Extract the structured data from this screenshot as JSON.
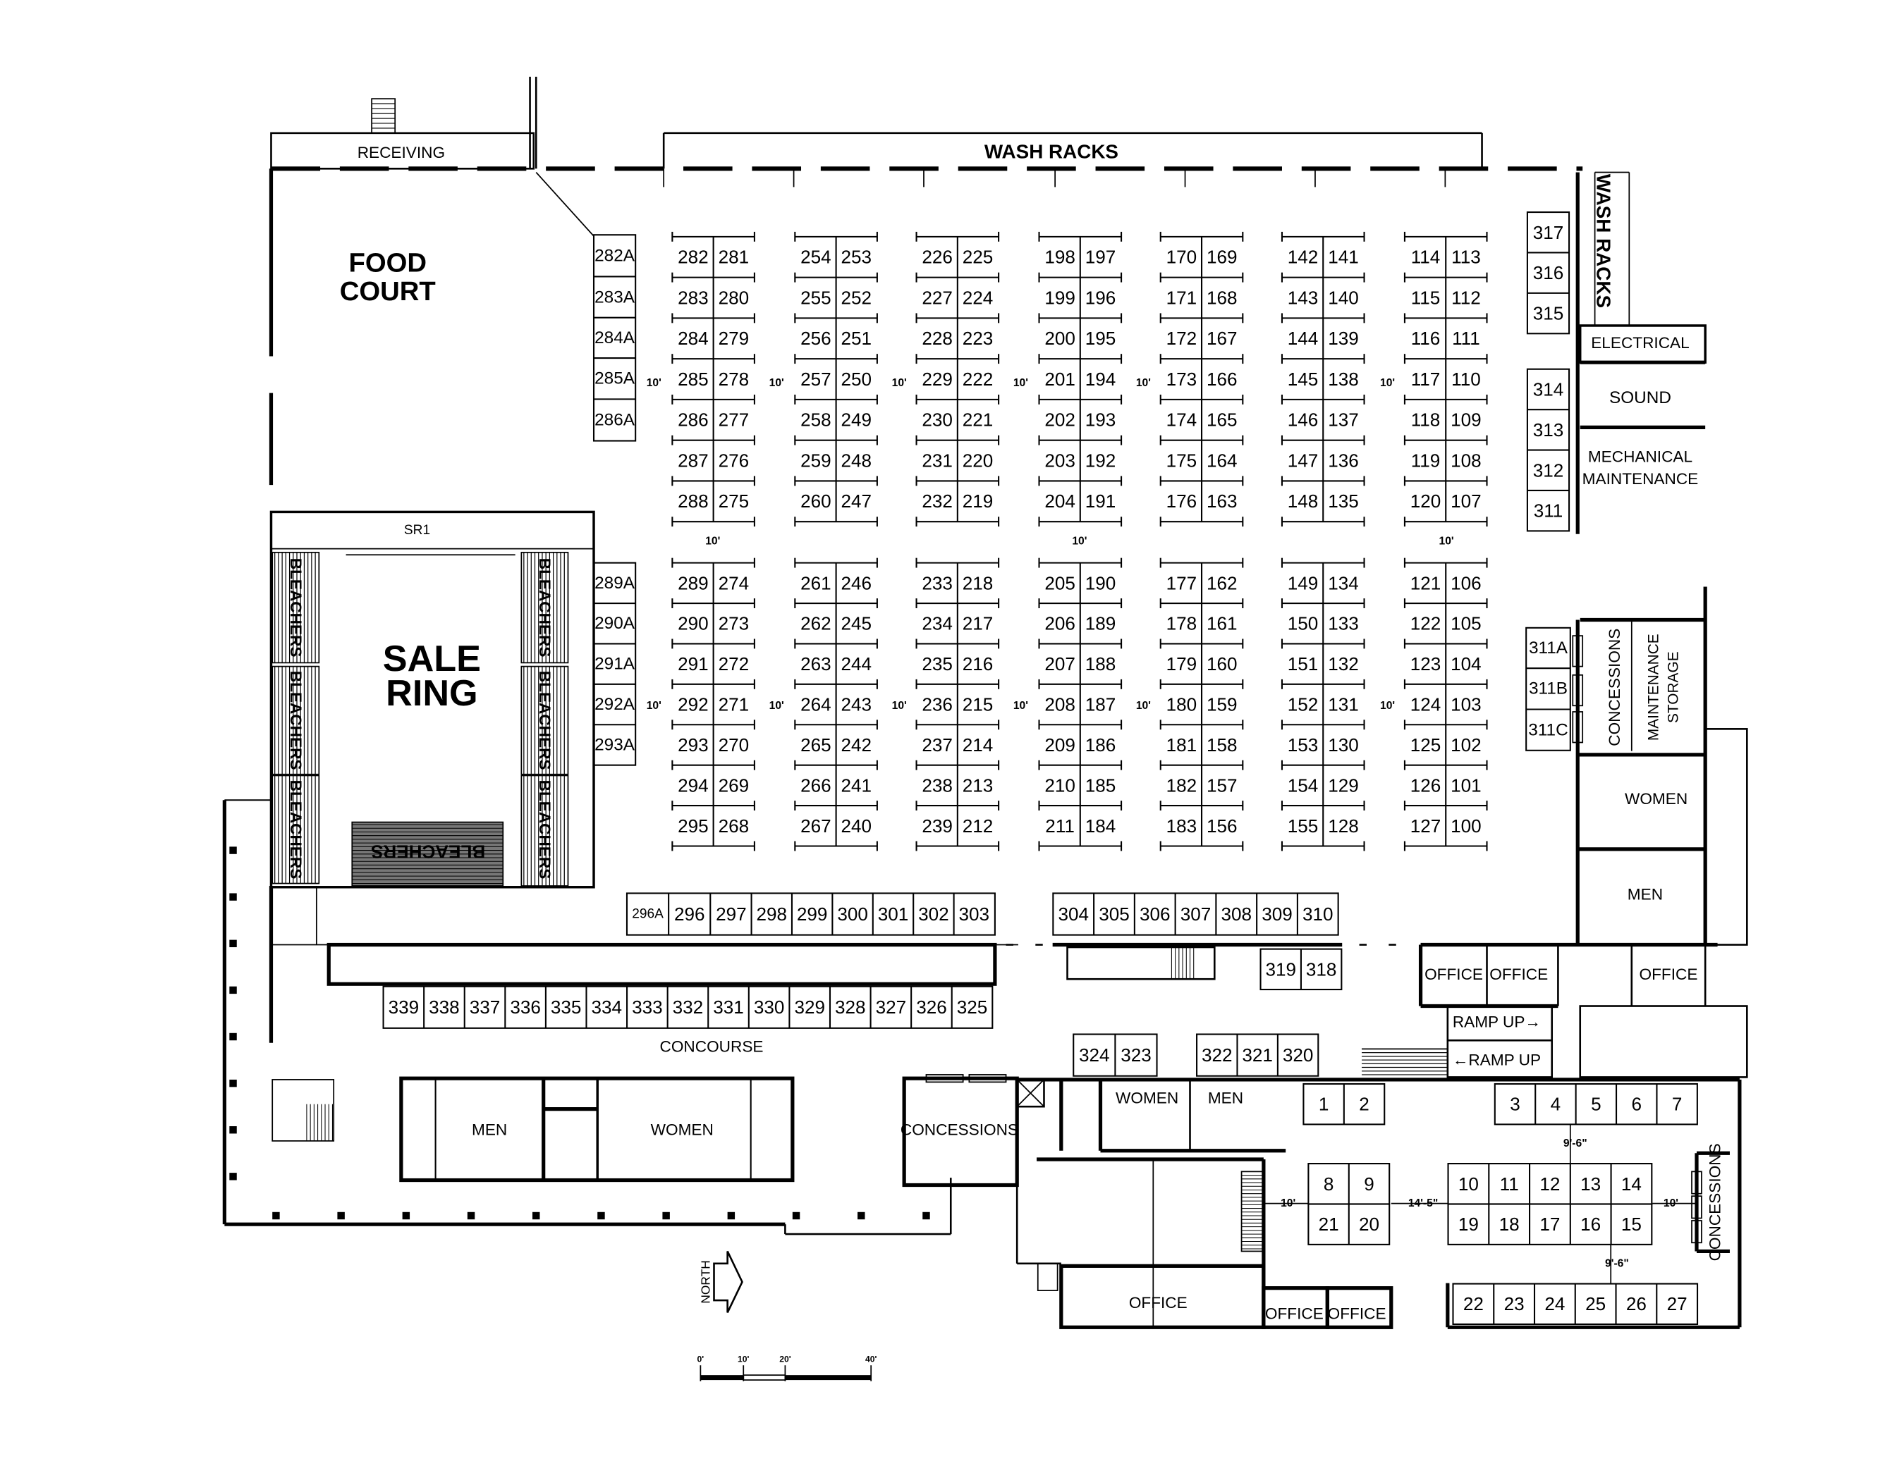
{
  "colors": {
    "ink": "#000000",
    "background": "#ffffff",
    "bleacher_fill": "#555555"
  },
  "labels": {
    "receiving": "RECEIVING",
    "wash_racks_top": "WASH RACKS",
    "wash_racks_side": "WASH RACKS",
    "food_court": [
      "FOOD",
      "COURT"
    ],
    "sr1": "SR1",
    "sale_ring": [
      "SALE",
      "RING"
    ],
    "bleachers": "BLEACHERS",
    "electrical": "ELECTRICAL",
    "sound": "SOUND",
    "mechanical_maintenance": [
      "MECHANICAL",
      "MAINTENANCE"
    ],
    "concessions_east": "CONCESSIONS",
    "maintenance_storage": [
      "MAINTENANCE",
      "STORAGE"
    ],
    "women_east": "WOMEN",
    "men_east": "MEN",
    "office_1": "OFFICE",
    "office_2": "OFFICE",
    "office_3": "OFFICE",
    "ramp_up_right": "RAMP UP→",
    "ramp_up_left": "←RAMP UP",
    "concourse": "CONCOURSE",
    "men_concourse": "MEN",
    "women_concourse": "WOMEN",
    "concessions_concourse": "CONCESSIONS",
    "women_south": "WOMEN",
    "men_south": "MEN",
    "office_south_main": "OFFICE",
    "office_south_a": "OFFICE",
    "office_south_b": "OFFICE",
    "concessions_southeast": "CONCESSIONS",
    "north": "NORTH"
  },
  "scale_bar": {
    "ticks": [
      "0'",
      "10'",
      "20'",
      "40'"
    ]
  },
  "dimensions": {
    "aisle": "10'",
    "wide_aisle": "14'-5\"",
    "cross_aisle": "9'-6\""
  },
  "main_grid": {
    "north_block": [
      {
        "left": [
          "282",
          "283",
          "284",
          "285",
          "286",
          "287",
          "288"
        ],
        "right": [
          "281",
          "280",
          "279",
          "278",
          "277",
          "276",
          "275"
        ]
      },
      {
        "left": [
          "254",
          "255",
          "256",
          "257",
          "258",
          "259",
          "260"
        ],
        "right": [
          "253",
          "252",
          "251",
          "250",
          "249",
          "248",
          "247"
        ]
      },
      {
        "left": [
          "226",
          "227",
          "228",
          "229",
          "230",
          "231",
          "232"
        ],
        "right": [
          "225",
          "224",
          "223",
          "222",
          "221",
          "220",
          "219"
        ]
      },
      {
        "left": [
          "198",
          "199",
          "200",
          "201",
          "202",
          "203",
          "204"
        ],
        "right": [
          "197",
          "196",
          "195",
          "194",
          "193",
          "192",
          "191"
        ]
      },
      {
        "left": [
          "170",
          "171",
          "172",
          "173",
          "174",
          "175",
          "176"
        ],
        "right": [
          "169",
          "168",
          "167",
          "166",
          "165",
          "164",
          "163"
        ]
      },
      {
        "left": [
          "142",
          "143",
          "144",
          "145",
          "146",
          "147",
          "148"
        ],
        "right": [
          "141",
          "140",
          "139",
          "138",
          "137",
          "136",
          "135"
        ]
      },
      {
        "left": [
          "114",
          "115",
          "116",
          "117",
          "118",
          "119",
          "120"
        ],
        "right": [
          "113",
          "112",
          "111",
          "110",
          "109",
          "108",
          "107"
        ]
      }
    ],
    "south_block": [
      {
        "left": [
          "289",
          "290",
          "291",
          "292",
          "293",
          "294",
          "295"
        ],
        "right": [
          "274",
          "273",
          "272",
          "271",
          "270",
          "269",
          "268"
        ]
      },
      {
        "left": [
          "261",
          "262",
          "263",
          "264",
          "265",
          "266",
          "267"
        ],
        "right": [
          "246",
          "245",
          "244",
          "243",
          "242",
          "241",
          "240"
        ]
      },
      {
        "left": [
          "233",
          "234",
          "235",
          "236",
          "237",
          "238",
          "239"
        ],
        "right": [
          "218",
          "217",
          "216",
          "215",
          "214",
          "213",
          "212"
        ]
      },
      {
        "left": [
          "205",
          "206",
          "207",
          "208",
          "209",
          "210",
          "211"
        ],
        "right": [
          "190",
          "189",
          "188",
          "187",
          "186",
          "185",
          "184"
        ]
      },
      {
        "left": [
          "177",
          "178",
          "179",
          "180",
          "181",
          "182",
          "183"
        ],
        "right": [
          "162",
          "161",
          "160",
          "159",
          "158",
          "157",
          "156"
        ]
      },
      {
        "left": [
          "149",
          "150",
          "151",
          "152",
          "153",
          "154",
          "155"
        ],
        "right": [
          "134",
          "133",
          "132",
          "131",
          "130",
          "129",
          "128"
        ]
      },
      {
        "left": [
          "121",
          "122",
          "123",
          "124",
          "125",
          "126",
          "127"
        ],
        "right": [
          "106",
          "105",
          "104",
          "103",
          "102",
          "101",
          "100"
        ]
      }
    ]
  },
  "booth_groups": {
    "a_north": [
      "282A",
      "283A",
      "284A",
      "285A",
      "286A"
    ],
    "a_south": [
      "289A",
      "290A",
      "291A",
      "292A",
      "293A"
    ],
    "row_296": [
      "296A",
      "296",
      "297",
      "298",
      "299",
      "300",
      "301",
      "302",
      "303"
    ],
    "row_304": [
      "304",
      "305",
      "306",
      "307",
      "308",
      "309",
      "310"
    ],
    "row_319": [
      "319",
      "318"
    ],
    "row_339": [
      "339",
      "338",
      "337",
      "336",
      "335",
      "334",
      "333",
      "332",
      "331",
      "330",
      "329",
      "328",
      "327",
      "326",
      "325"
    ],
    "row_324": [
      "324",
      "323"
    ],
    "row_322": [
      "322",
      "321",
      "320"
    ],
    "row_1": [
      "1",
      "2"
    ],
    "row_3": [
      "3",
      "4",
      "5",
      "6",
      "7"
    ],
    "row_8_top": [
      "8",
      "9"
    ],
    "row_8_bottom": [
      "21",
      "20"
    ],
    "row_10_top": [
      "10",
      "11",
      "12",
      "13",
      "14"
    ],
    "row_10_bottom": [
      "19",
      "18",
      "17",
      "16",
      "15"
    ],
    "row_22": [
      "22",
      "23",
      "24",
      "25",
      "26",
      "27"
    ],
    "east_317": [
      "317",
      "316",
      "315"
    ],
    "east_314": [
      "314",
      "313",
      "312",
      "311"
    ],
    "east_311a": [
      "311A",
      "311B",
      "311C"
    ]
  }
}
